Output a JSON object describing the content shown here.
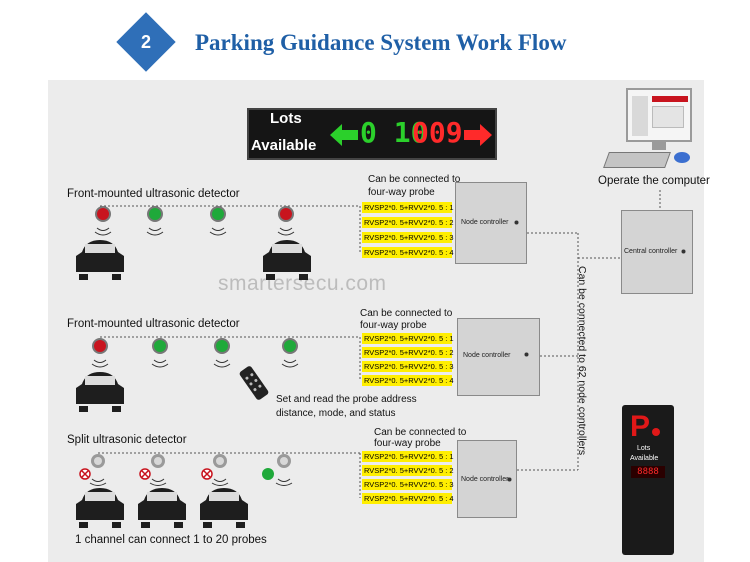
{
  "header": {
    "step": "2",
    "title": "Parking Guidance System Work Flow"
  },
  "sign": {
    "line1": "Lots",
    "line2": "Available",
    "digits_green": "0 10",
    "digits_red": "009"
  },
  "sections": [
    {
      "label": "Front-mounted ultrasonic detector",
      "probe_note": [
        "Can be connected to",
        "four-way probe"
      ]
    },
    {
      "label": "Front-mounted ultrasonic detector",
      "probe_note": [
        "Can be connected to",
        "four-way probe"
      ]
    },
    {
      "label": "Split ultrasonic detector",
      "probe_note": [
        "Can be connected to",
        "four-way probe"
      ]
    }
  ],
  "rvsp_rows": [
    [
      "RVSP2*0. 5+RVV2*0. 5 : 1",
      "RVSP2*0. 5+RVV2*0. 5 : 2",
      "RVSP2*0. 5+RVV2*0. 5 : 3",
      "RVSP2*0. 5+RVV2*0. 5 : 4"
    ],
    [
      "RVSP2*0. 5+RVV2*0. 5 : 1",
      "RVSP2*0. 5+RVV2*0. 5 : 2",
      "RVSP2*0. 5+RVV2*0. 5 : 3",
      "RVSP2*0. 5+RVV2*0. 5 : 4"
    ],
    [
      "RVSP2*0. 5+RVV2*0. 5 : 1",
      "RVSP2*0. 5+RVV2*0. 5 : 2",
      "RVSP2*0. 5+RVV2*0. 5 : 3",
      "RVSP2*0. 5+RVV2*0. 5 : 4"
    ]
  ],
  "node_controller_label": "Node controller",
  "central_controller_label": "Central controller",
  "operate_label": "Operate the computer",
  "vertical_label": "Can be connected to 62 node controllers",
  "remote_note": [
    "Set and read the probe address",
    "distance, mode, and status"
  ],
  "channel_note": "1 channel can connect 1 to 20 probes",
  "kiosk": {
    "letter": "P",
    "line1": "Lots",
    "line2": "Available",
    "digits": "8888"
  },
  "watermark": "smartersecu.com",
  "colors": {
    "title": "#1f5fa6",
    "sign_green": "#2bd02b",
    "sign_red": "#ff2a2a",
    "highlight": "#ffee00",
    "probe_red": "#c8141e",
    "probe_green": "#1fa93a"
  }
}
